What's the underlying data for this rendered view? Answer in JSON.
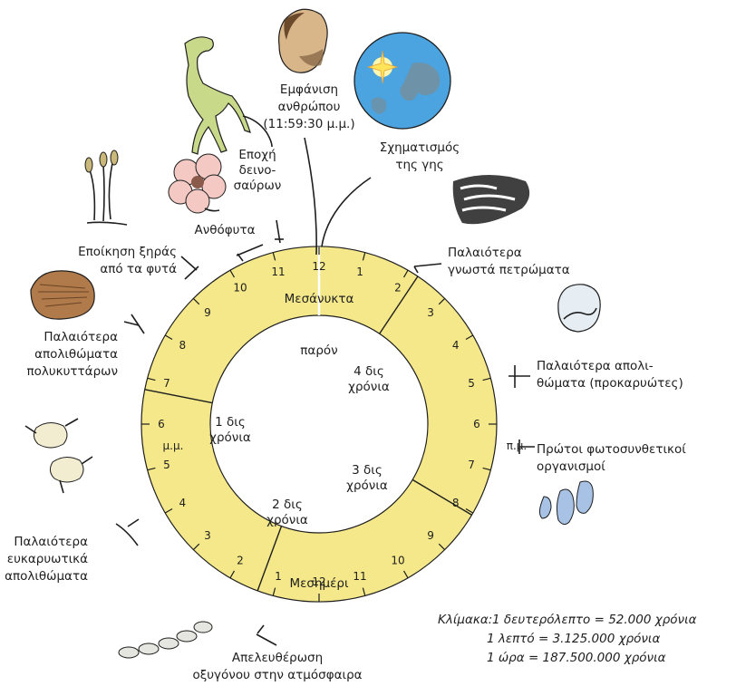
{
  "clock": {
    "center_label_top": "Μεσάνυκτα",
    "center_label_bottom": "Μεσημέρι",
    "present_label": "παρόν",
    "am_label": "π.μ.",
    "pm_label": "μ.μ.",
    "hours": [
      "12",
      "1",
      "2",
      "3",
      "4",
      "5",
      "6",
      "7",
      "8",
      "9",
      "10",
      "11",
      "12",
      "1",
      "2",
      "3",
      "4",
      "5",
      "6",
      "7",
      "8",
      "9",
      "10",
      "11"
    ],
    "billion_marks": [
      {
        "text": [
          "4 δις",
          "χρόνια"
        ],
        "hour": 2.25
      },
      {
        "text": [
          "3 δις",
          "χρόνια"
        ],
        "hour": 8.05
      },
      {
        "text": [
          "2 δις",
          "χρόνια"
        ],
        "hour": 13.35
      },
      {
        "text": [
          "1 δις",
          "χρόνια"
        ],
        "hour": 18.75
      }
    ],
    "colors": {
      "night": "#2a8fd0",
      "day": "#f4e88a"
    }
  },
  "events": [
    {
      "text": [
        "Σχηματισμός",
        "της γης"
      ]
    },
    {
      "text": [
        "Παλαιότερα",
        "γνωστά πετρώματα"
      ]
    },
    {
      "text": [
        "Παλαιότερα απολι-",
        "θώματα (προκαρυώτες)"
      ]
    },
    {
      "text": [
        "Πρώτοι φωτοσυνθετικοί",
        "οργανισμοί"
      ]
    },
    {
      "text": [
        "Απελευθέρωση",
        "οξυγόνου στην ατμόσφαιρα"
      ]
    },
    {
      "text": [
        "Παλαιότερα",
        "ευκαρυωτικά",
        "απολιθώματα"
      ]
    },
    {
      "text": [
        "Παλαιότερα",
        "απολιθώματα",
        "πολυκυττάρων"
      ]
    },
    {
      "text": [
        "Εποίκηση ξηράς",
        "από τα φυτά"
      ]
    },
    {
      "text": [
        "Ανθόφυτα"
      ]
    },
    {
      "text": [
        "Εποχή",
        "δεινο-",
        "σαύρων"
      ]
    },
    {
      "text": [
        "Εμφάνιση",
        "ανθρώπου",
        "(11:59:30 μ.μ.)"
      ]
    }
  ],
  "scale": {
    "title": "Κλίμακα:",
    "lines": [
      "1 δευτερόλεπτο = 52.000 χρόνια",
      "1 λεπτό = 3.125.000 χρόνια",
      "1 ώρα = 187.500.000 χρόνια"
    ]
  }
}
